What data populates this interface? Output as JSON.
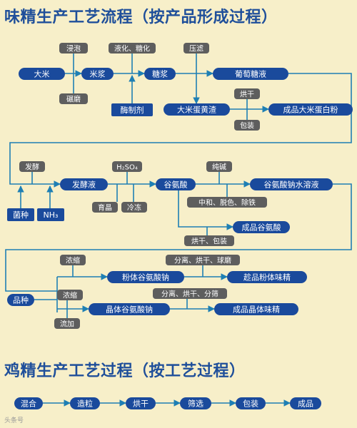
{
  "titles": {
    "glutamate": "味精生产工艺流程（按产品形成过程）",
    "chicken_essence": "鸡精生产工艺过程（按工艺过程）"
  },
  "watermark": "头条号",
  "colors": {
    "background": "#f7efc9",
    "main_node": "#1a4a9c",
    "side_node": "#5e5e5e",
    "line": "#1e7fb4",
    "title": "#1f4f9a"
  },
  "main_nodes": {
    "rice": "大米",
    "rice_slurry": "米浆",
    "syrup": "糖浆",
    "glucose": "葡萄糖液",
    "enzyme": "酶制剂",
    "rice_protein_residue": "大米蛋黄渣",
    "rice_protein_powder": "成品大米蛋白粉",
    "strain": "菌种",
    "ammonia": "NH₃",
    "ferment_liquid": "发酵液",
    "glutamic_acid": "谷氨酸",
    "msg_solution": "谷氨酸钠水溶液",
    "glutamic_product": "成品谷氨酸",
    "powder_msg": "粉体谷氨酸钠",
    "powder_product": "趁品粉体味精",
    "crystal_msg": "晶体谷氨酸钠",
    "crystal_product": "成品晶体味精",
    "seed": "品种"
  },
  "side_nodes": {
    "soak": "浸泡",
    "grind": "碾磨",
    "liquefy": "液化、糖化",
    "press_filter": "压滤",
    "dry1": "烘干",
    "pack1": "包装",
    "ferment": "发酵",
    "sulfuric": "H₂SO₄",
    "seed_tank": "育晶",
    "freeze": "冷冻",
    "soda": "纯碱",
    "neutralize": "中和、脱色、除铁",
    "dry_pack": "烘干、包装",
    "concentrate1": "浓缩",
    "separate1": "分离、烘干、球磨",
    "concentrate2": "浓缩",
    "separate2": "分离、烘干、分筛",
    "add": "流加"
  },
  "chicken_steps": [
    "混合",
    "造粒",
    "烘干",
    "筛选",
    "包装",
    "成品"
  ]
}
